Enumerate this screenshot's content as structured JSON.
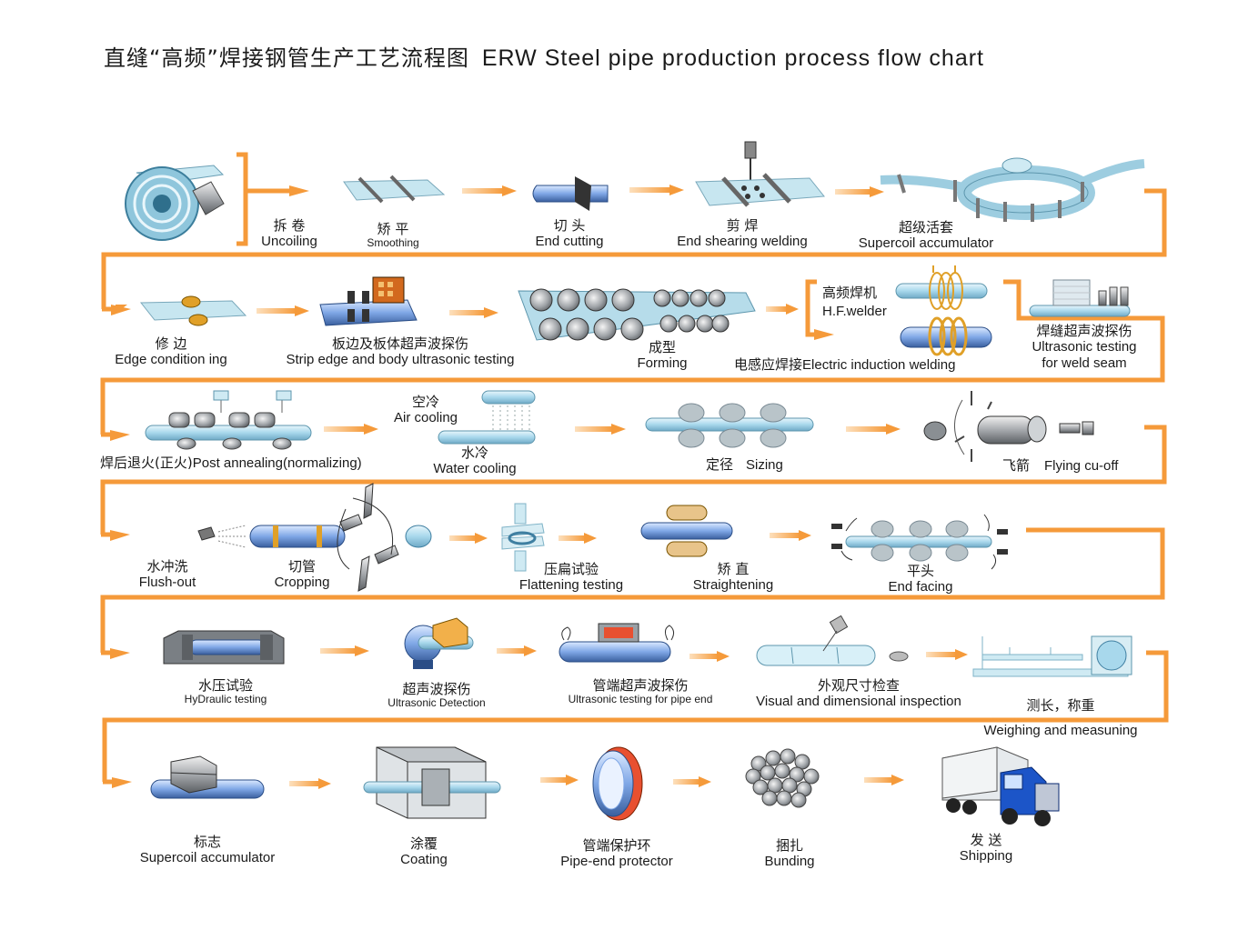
{
  "title": {
    "zh": "直缝“高频”焊接钢管生产工艺流程图",
    "en": "ERW Steel pipe production process flow chart"
  },
  "colors": {
    "arrow": "#f59a3a",
    "pipe": "#a9d6e8",
    "steel": "#9aa3aa",
    "accent": "#f2a32c"
  },
  "steps": [
    {
      "id": "uncoiling",
      "zh": "拆 卷",
      "en": "Uncoiling",
      "icon": "coil-icon"
    },
    {
      "id": "smoothing",
      "zh": "矫 平",
      "en": "Smoothing",
      "icon": "leveler-icon"
    },
    {
      "id": "end-cutting",
      "zh": "切 头",
      "en": "End cutting",
      "icon": "cutter-icon"
    },
    {
      "id": "end-shearing-welding",
      "zh": "剪 焊",
      "en": "End shearing welding",
      "icon": "shear-welder-icon"
    },
    {
      "id": "supercoil-accumulator-1",
      "zh": "超级活套",
      "en": "Supercoil accumulator",
      "icon": "accumulator-icon"
    },
    {
      "id": "edge-conditioning",
      "zh": "修 边",
      "en": "Edge condition ing",
      "icon": "edge-trimmer-icon"
    },
    {
      "id": "strip-ultrasonic",
      "zh": "板边及板体超声波探伤",
      "en": "Strip edge and body ultrasonic testing",
      "icon": "ultrasonic-tester-icon"
    },
    {
      "id": "forming",
      "zh": "成型",
      "en": "Forming",
      "icon": "forming-rolls-icon"
    },
    {
      "id": "hf-welder",
      "zh": "高频焊机",
      "en": "H.F.welder",
      "icon": "hf-coil-icon"
    },
    {
      "id": "electric-induction-welding",
      "zh": "电感应焊接",
      "en": "Electric induction welding",
      "icon": "induction-icon"
    },
    {
      "id": "weld-seam-ultrasonic",
      "zh": "焊缝超声波探伤",
      "en": "Ultrasonic testing",
      "en2": "for weld seam",
      "icon": "weld-tester-icon"
    },
    {
      "id": "post-annealing",
      "zh": "焊后退火(正火)",
      "en": "Post annealing(normalizing)",
      "icon": "annealing-icon"
    },
    {
      "id": "air-cooling",
      "zh": "空冷",
      "en": "Air cooling",
      "icon": "air-cooling-icon"
    },
    {
      "id": "water-cooling",
      "zh": "水冷",
      "en": "Water cooling",
      "icon": "water-cooling-icon"
    },
    {
      "id": "sizing",
      "zh": "定径",
      "en": "Sizing",
      "icon": "sizing-rolls-icon"
    },
    {
      "id": "flying-cutoff",
      "zh": "飞箭",
      "en": "Flying cu-off",
      "icon": "flying-saw-icon"
    },
    {
      "id": "flush-out",
      "zh": "水冲洗",
      "en": "Flush-out",
      "icon": "nozzle-icon"
    },
    {
      "id": "cropping",
      "zh": "切管",
      "en": "Cropping",
      "icon": "cropping-icon"
    },
    {
      "id": "flattening-testing",
      "zh": "压扁试验",
      "en": "Flattening testing",
      "icon": "press-icon"
    },
    {
      "id": "straightening",
      "zh": "矫 直",
      "en": "Straightening",
      "icon": "straightener-icon"
    },
    {
      "id": "end-facing",
      "zh": "平头",
      "en": "End facing",
      "icon": "end-facer-icon"
    },
    {
      "id": "hydraulic-testing",
      "zh": "水压试验",
      "en": "HyDraulic testing",
      "icon": "hydro-tester-icon"
    },
    {
      "id": "ultrasonic-detection",
      "zh": "超声波探伤",
      "en": "Ultrasonic Detection",
      "icon": "ultrasonic-probe-icon"
    },
    {
      "id": "pipe-end-ultrasonic",
      "zh": "管端超声波探伤",
      "en": "Ultrasonic testing for pipe end",
      "icon": "pipe-end-tester-icon"
    },
    {
      "id": "visual-inspection",
      "zh": "外观尺寸检查",
      "en": "Visual and dimensional inspection",
      "icon": "inspection-icon"
    },
    {
      "id": "weighing-measuring",
      "zh": "测长，称重",
      "en": "Weighing and measuning",
      "icon": "scale-icon"
    },
    {
      "id": "marking",
      "zh": "标志",
      "en": "Supercoil accumulator",
      "icon": "marking-icon"
    },
    {
      "id": "coating",
      "zh": "涂覆",
      "en": "Coating",
      "icon": "coating-box-icon"
    },
    {
      "id": "pipe-end-protector",
      "zh": "管端保护环",
      "en": "Pipe-end protector",
      "icon": "protector-ring-icon"
    },
    {
      "id": "bunding",
      "zh": "捆扎",
      "en": "Bunding",
      "icon": "bundle-icon"
    },
    {
      "id": "shipping",
      "zh": "发 送",
      "en": "Shipping",
      "icon": "truck-icon"
    }
  ]
}
